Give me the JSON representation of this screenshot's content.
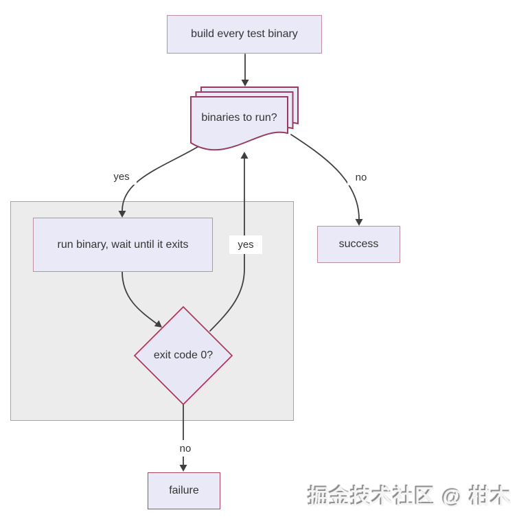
{
  "flowchart": {
    "nodes": [
      {
        "id": "build",
        "shape": "rectangle",
        "label": "build every test binary"
      },
      {
        "id": "binaries",
        "shape": "multi-document",
        "label": "binaries to run?"
      },
      {
        "id": "run",
        "shape": "rectangle",
        "label": "run binary, wait until it exits"
      },
      {
        "id": "exit_code",
        "shape": "diamond",
        "label": "exit code 0?"
      },
      {
        "id": "success",
        "shape": "rectangle",
        "label": "success"
      },
      {
        "id": "failure",
        "shape": "rectangle",
        "label": "failure"
      }
    ],
    "edges": [
      {
        "from": "build",
        "to": "binaries",
        "label": ""
      },
      {
        "from": "binaries",
        "to": "run",
        "label": "yes"
      },
      {
        "from": "binaries",
        "to": "success",
        "label": "no"
      },
      {
        "from": "run",
        "to": "exit_code",
        "label": ""
      },
      {
        "from": "exit_code",
        "to": "binaries",
        "label": "yes"
      },
      {
        "from": "exit_code",
        "to": "failure",
        "label": "no"
      }
    ]
  },
  "watermark": "掘金技术社区 @ 柑木",
  "colors": {
    "node_fill": "#e9e9f8",
    "node_border": "#bd8f9d",
    "document_border": "#9a3a60",
    "diamond_border": "#b13358",
    "failure_border": "#b2455e",
    "subgraph_fill": "#ececec",
    "edge": "#3f3f3f",
    "text": "#333333"
  }
}
